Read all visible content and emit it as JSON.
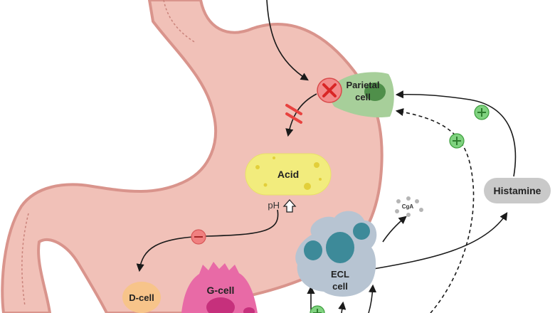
{
  "labels": {
    "parietal_line1": "Parietal",
    "parietal_line2": "cell",
    "acid": "Acid",
    "ph": "pH",
    "histamine": "Histamine",
    "cga": "CgA",
    "ecl_line1": "ECL",
    "ecl_line2": "cell",
    "dcell": "D-cell",
    "gcell": "G-cell"
  },
  "colors": {
    "stomach_fill": "#f1c1b8",
    "stomach_outline": "#d9948c",
    "parietal_cell": "#a7cf9a",
    "acid": "#f2ec7d",
    "histamine": "#c9c9c9",
    "ecl_cell": "#b7c4d2",
    "ecl_nucleus": "#3d8a99",
    "gcell": "#e86aa6",
    "dcell": "#f7c48a",
    "stimulate": "#7fd27f",
    "inhibit": "#f08080",
    "block_mark": "#e8423f"
  },
  "icons": {
    "block": "x-circle-icon",
    "stimulate": "plus-circle-icon",
    "inhibit": "minus-circle-icon",
    "ph_up": "up-arrow-icon"
  }
}
